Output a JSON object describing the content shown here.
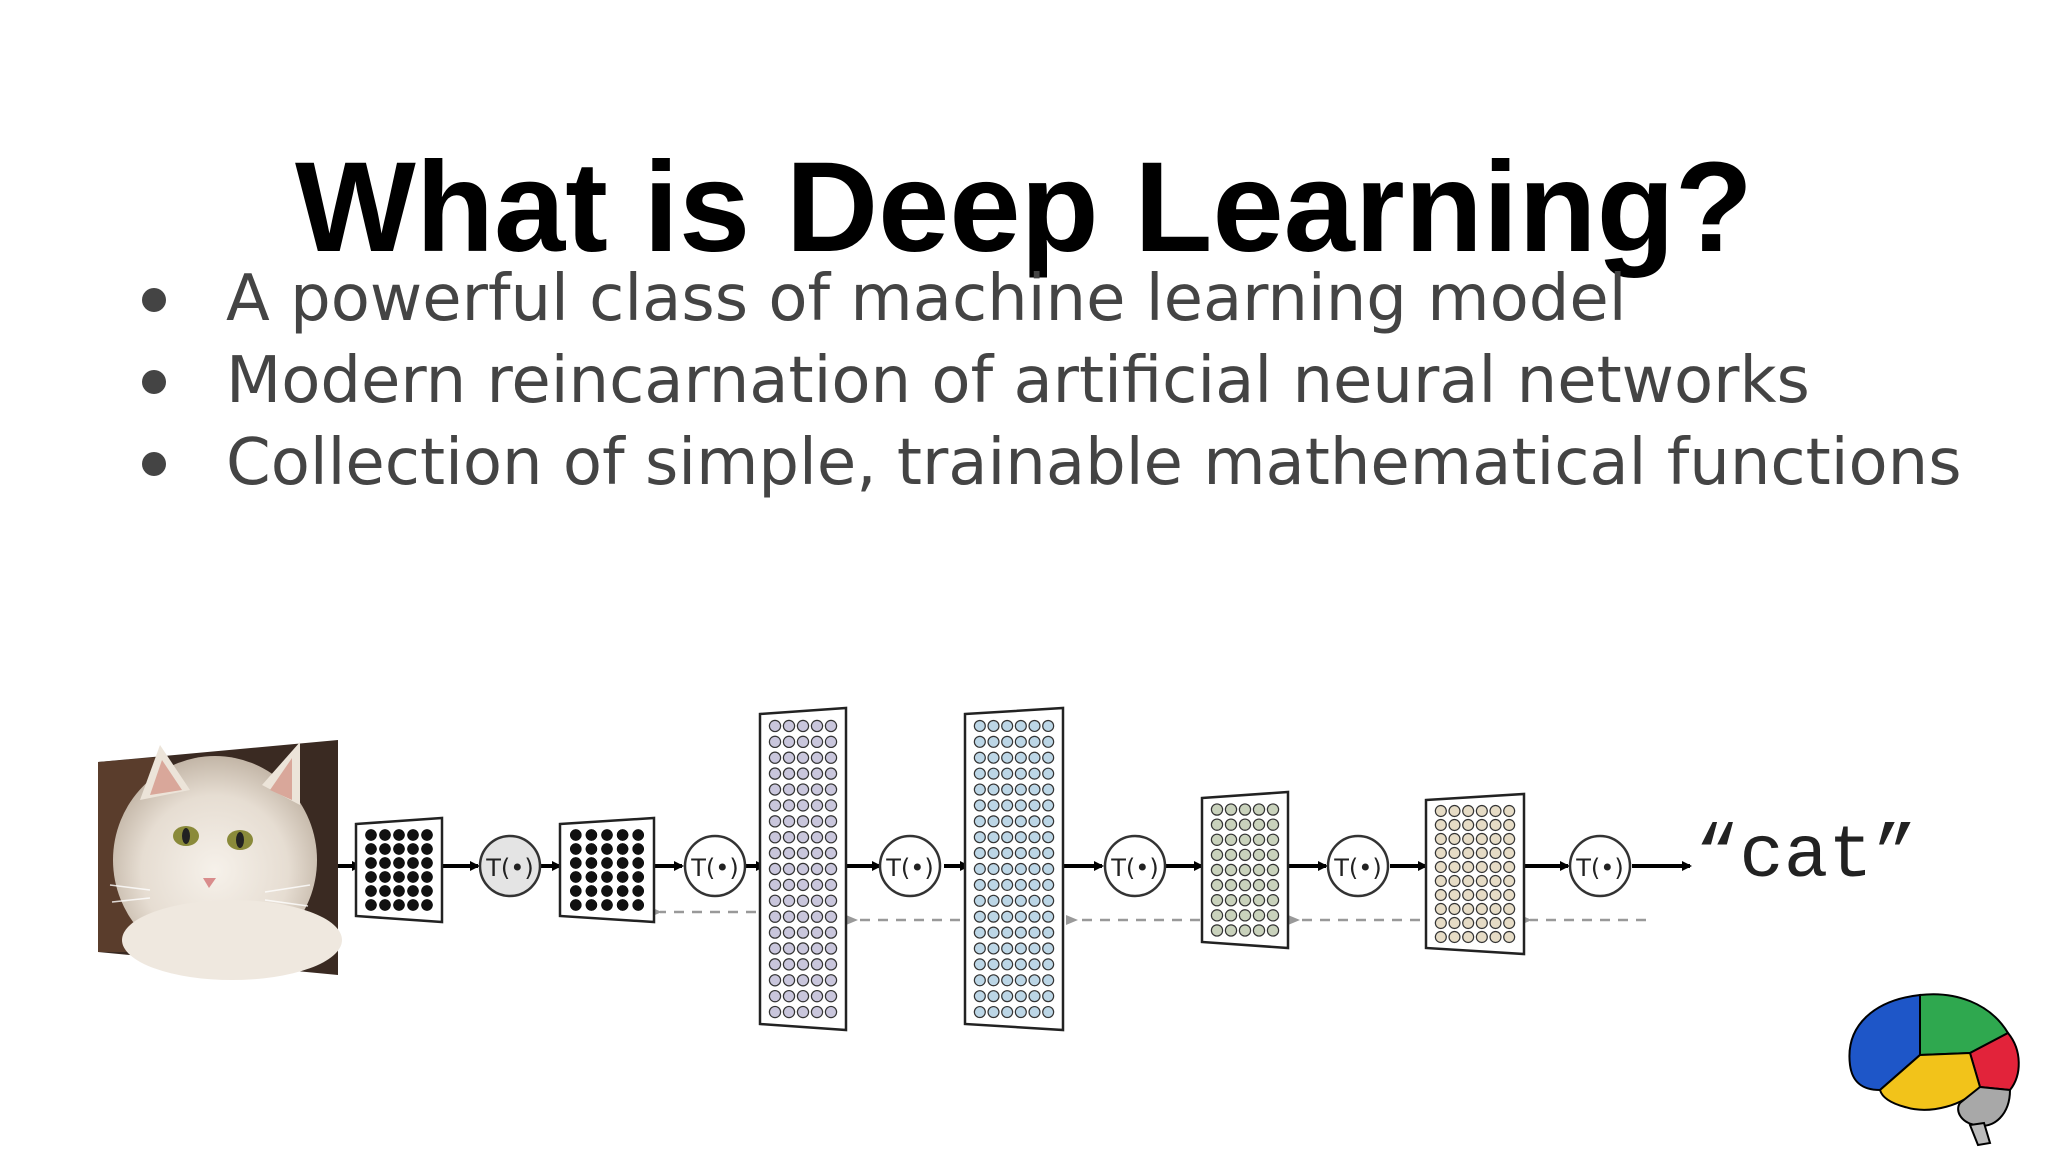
{
  "slide": {
    "title": "What is Deep Learning?",
    "bullets": [
      "A powerful class of machine learning model",
      "Modern reincarnation of artificial neural networks",
      "Collection of simple, trainable mathematical functions"
    ]
  },
  "diagram": {
    "transform_label": "T(•)",
    "output_label": "“cat”",
    "input_image": "white-cat-photo",
    "logo": "brain-icon"
  }
}
